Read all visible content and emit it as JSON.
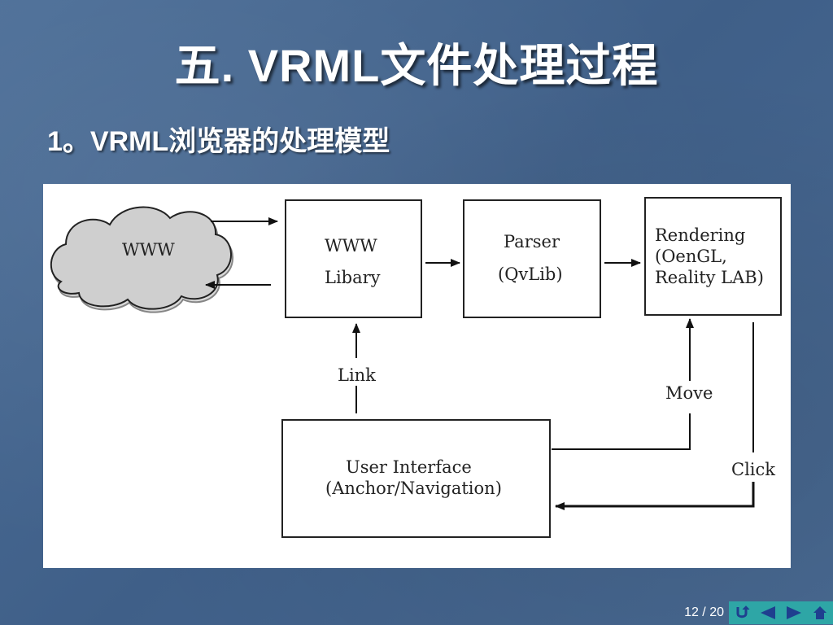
{
  "slide": {
    "title": "五. VRML文件处理过程",
    "subtitle": "1。VRML浏览器的处理模型",
    "page_indicator": "12 / 20"
  },
  "diagram": {
    "cloud_label": "WWW",
    "library_box": {
      "line1": "WWW",
      "line2": "Libary"
    },
    "parser_box": {
      "line1": "Parser",
      "line2": "(QvLib)"
    },
    "rendering_box": {
      "line1": "Rendering",
      "line2": "(OenGL,",
      "line3": "Reality  LAB)"
    },
    "ui_box": {
      "line1": "User  Interface",
      "line2": "(Anchor/Navigation)"
    },
    "link_label": "Link",
    "move_label": "Move",
    "click_label": "Click"
  },
  "nav": {
    "icons": [
      "return-icon",
      "prev-icon",
      "next-icon",
      "home-icon"
    ],
    "bar_color": "#2ea6a6"
  }
}
